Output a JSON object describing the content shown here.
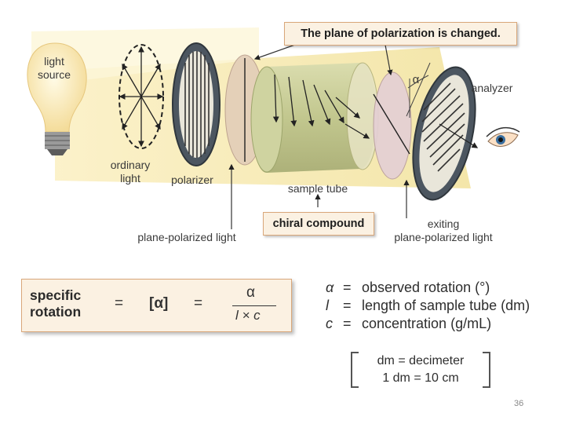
{
  "diagram": {
    "labels": {
      "light_source": [
        "light",
        "source"
      ],
      "ordinary_light": [
        "ordinary",
        "light"
      ],
      "polarizer": "polarizer",
      "sample_tube": "sample tube",
      "analyzer": "analyzer",
      "alpha": "α",
      "plane_polarized": "plane-polarized light",
      "exiting": [
        "exiting",
        "plane-polarized light"
      ]
    },
    "callout_top": "The plane of polarization is changed.",
    "callout_chiral": "chiral compound"
  },
  "formula": {
    "left": [
      "specific",
      "rotation"
    ],
    "eq1": "=",
    "symbol": "[α]",
    "eq2": "=",
    "numerator": "α",
    "denominator": "l × c"
  },
  "definitions": [
    {
      "symbol": "α",
      "eq": "=",
      "text": "observed rotation (°)"
    },
    {
      "symbol": "l",
      "eq": "=",
      "text": "length of sample tube (dm)"
    },
    {
      "symbol": "c",
      "eq": "=",
      "text": "concentration (g/mL)"
    }
  ],
  "units": [
    "dm = decimeter",
    "1 dm = 10 cm"
  ],
  "page_number": "36",
  "colors": {
    "beam": "#f6e7a8",
    "tube": "#c9cf9a",
    "frame": "#5a6670",
    "callout_bg": "#fbf1e2",
    "callout_border": "#d9a77a"
  }
}
